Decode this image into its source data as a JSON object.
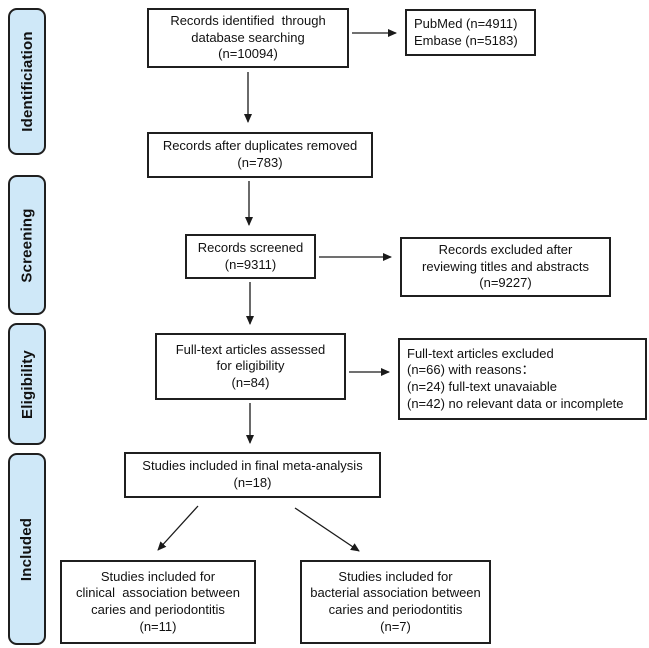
{
  "colors": {
    "stage_fill": "#cfe8f8",
    "stage_border": "#1f1f1f",
    "box_border": "#1f1f1f",
    "arrow": "#1a1a1a"
  },
  "stages": [
    {
      "label": "Identificiation"
    },
    {
      "label": "Screening"
    },
    {
      "label": "Eligibility"
    },
    {
      "label": "Included"
    }
  ],
  "boxes": {
    "identified": {
      "text": "Records identified  through\ndatabase searching\n(n=10094)"
    },
    "sources": {
      "text": "PubMed (n=4911)\nEmbase (n=5183)"
    },
    "duplicates_removed": {
      "text": "Records after duplicates removed\n(n=783)"
    },
    "screened": {
      "text": "Records screened\n(n=9311)"
    },
    "excluded_screening": {
      "text": "Records excluded after\nreviewing titles and abstracts\n(n=9227)"
    },
    "fulltext_assessed": {
      "text": "Full-text articles assessed\nfor eligibility\n(n=84)"
    },
    "fulltext_excluded": {
      "text": "Full-text articles excluded\n(n=66) with reasons：\n(n=24) full-text unavaiable\n(n=42) no relevant data or incomplete"
    },
    "included_final": {
      "text": "Studies included in final meta-analysis\n(n=18)"
    },
    "clinical": {
      "text": "Studies included for\nclinical  association between\ncaries and periodontitis\n(n=11)"
    },
    "bacterial": {
      "text": "Studies included for\nbacterial association between\ncaries and periodontitis\n(n=7)"
    }
  }
}
